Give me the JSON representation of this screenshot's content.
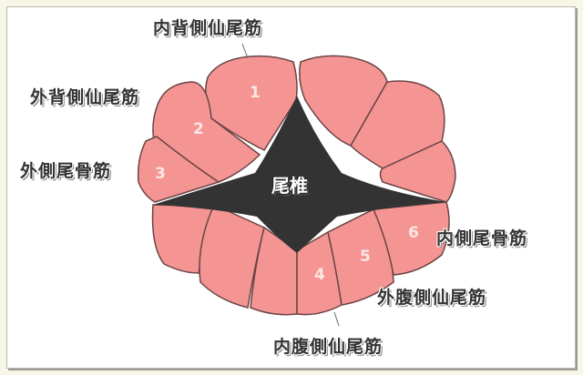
{
  "diagram": {
    "center_label": "尾椎",
    "colors": {
      "muscle_fill": "#f49594",
      "muscle_stroke": "#6b4444",
      "bone_fill": "#333333",
      "background": "#f8f6e6",
      "frame": "#ffffff"
    },
    "labels": [
      {
        "id": 1,
        "name": "内背側仙尾筋"
      },
      {
        "id": 2,
        "name": "外背側仙尾筋"
      },
      {
        "id": 3,
        "name": "外側尾骨筋"
      },
      {
        "id": 4,
        "name": "内腹側仙尾筋"
      },
      {
        "id": 5,
        "name": "外腹側仙尾筋"
      },
      {
        "id": 6,
        "name": "内側尾骨筋"
      }
    ],
    "numbers": [
      "1",
      "2",
      "3",
      "4",
      "5",
      "6"
    ]
  }
}
